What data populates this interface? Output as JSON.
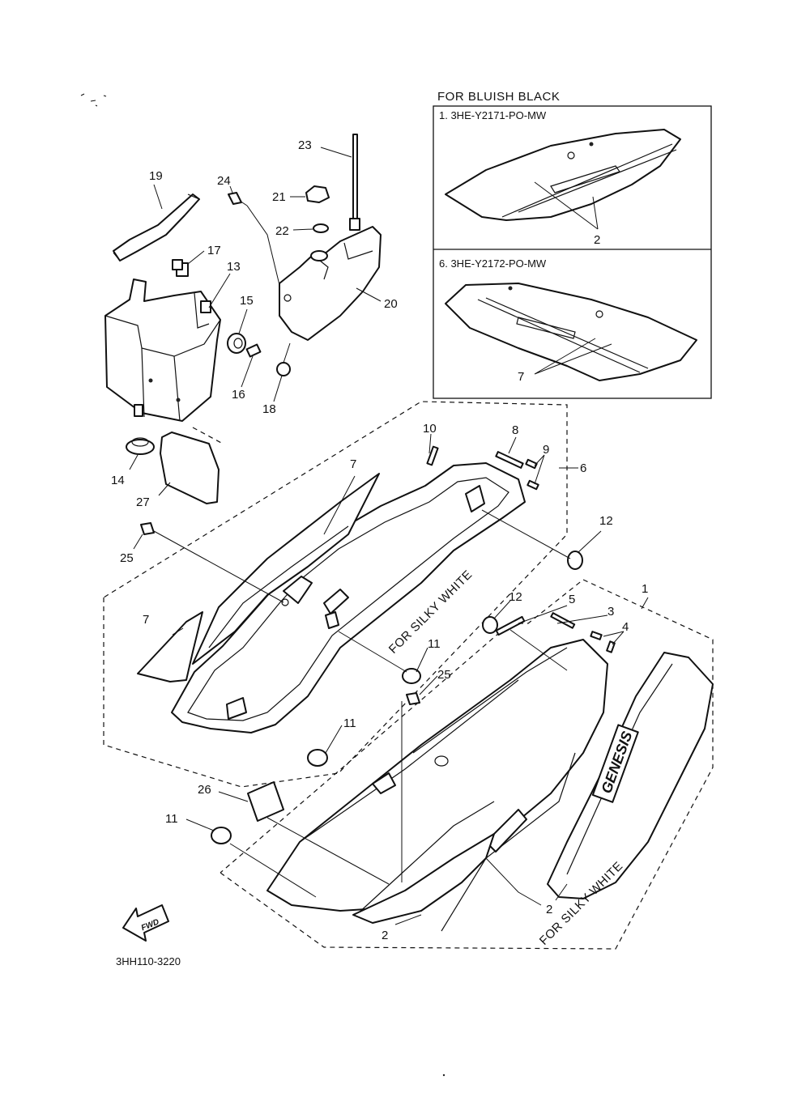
{
  "inset": {
    "header": "FOR BLUISH BLACK",
    "panel_top": {
      "caption": "1. 3HE-Y2171-PO-MW",
      "callout": "2"
    },
    "panel_bottom": {
      "caption": "6. 3HE-Y2172-PO-MW",
      "callout": "7"
    }
  },
  "variant_labels": {
    "upper": "FOR SILKY WHITE",
    "lower": "FOR SILKY WHITE"
  },
  "callouts": {
    "c1": "1",
    "c2a": "2",
    "c2b": "2",
    "c3": "3",
    "c4": "4",
    "c5": "5",
    "c6": "6",
    "c7a": "7",
    "c7b": "7",
    "c8": "8",
    "c9": "9",
    "c10": "10",
    "c11a": "11",
    "c11b": "11",
    "c11c": "11",
    "c12a": "12",
    "c12b": "12",
    "c13": "13",
    "c14": "14",
    "c15": "15",
    "c16": "16",
    "c17": "17",
    "c18": "18",
    "c19": "19",
    "c20": "20",
    "c21": "21",
    "c22": "22",
    "c23": "23",
    "c24": "24",
    "c25a": "25",
    "c25b": "25",
    "c26": "26",
    "c27": "27"
  },
  "front_arrow": {
    "text": "FWD",
    "icon": "front-direction-arrow"
  },
  "decal_brand": "GENESIS",
  "diagram_code": "3HH110-3220"
}
